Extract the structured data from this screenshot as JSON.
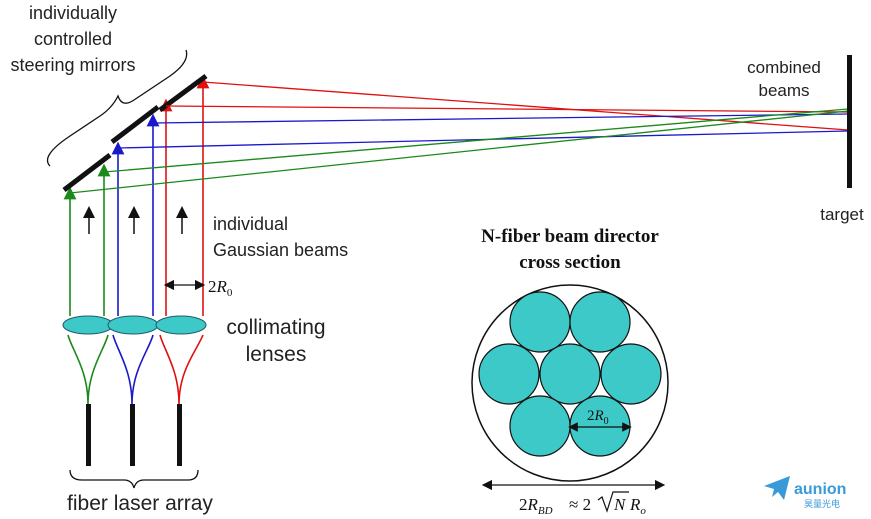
{
  "labels": {
    "mirrors_line1": "individually",
    "mirrors_line2": "controlled",
    "mirrors_line3": "steering mirrors",
    "combined_line1": "combined",
    "combined_line2": "beams",
    "target": "target",
    "gaussian_line1": "individual",
    "gaussian_line2": "Gaussian beams",
    "beam_width_coef": "2",
    "beam_width_var": "R",
    "beam_width_sub": "0",
    "collimating_line1": "collimating",
    "collimating_line2": "lenses",
    "fiber_array": "fiber laser array"
  },
  "cross_section": {
    "title_line1": "N-fiber beam director",
    "title_line2": "cross section",
    "core_dim_coef": "2",
    "core_dim_var": "R",
    "core_dim_sub": "0",
    "formula_coef": "2",
    "formula_var": "R",
    "formula_sub": "BD",
    "formula_approx": "≈ 2",
    "formula_n": "N",
    "formula_r": "R",
    "formula_r_sub": "o"
  },
  "logo": {
    "name": "aunion",
    "tagline": "昊量光电"
  },
  "colors": {
    "green": "#1a8a1a",
    "blue": "#1a1acc",
    "red": "#e01010",
    "fiber_core": "#3ec9c9",
    "logo": "#3a9ad9"
  }
}
